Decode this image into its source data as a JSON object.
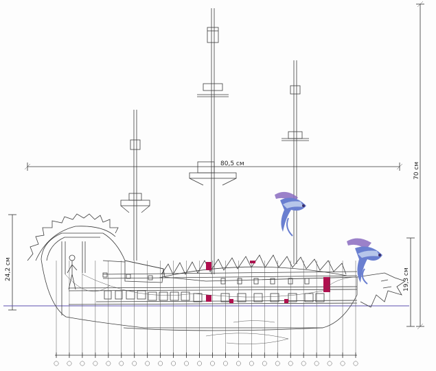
{
  "dimensions": {
    "length": "80,5 см",
    "height_total": "70 см",
    "height_left": "24,2 см",
    "height_right": "19,3 см"
  },
  "colors": {
    "line": "#3b3b3b",
    "waterline": "#5a4fb0",
    "accent": "#b0104f",
    "dragon_body": "#6a7fd0",
    "dragon_wing": "#8a6bc0"
  },
  "decorations": [
    "dragon-figure-center",
    "dragon-figure-right"
  ],
  "frames_count": 24
}
